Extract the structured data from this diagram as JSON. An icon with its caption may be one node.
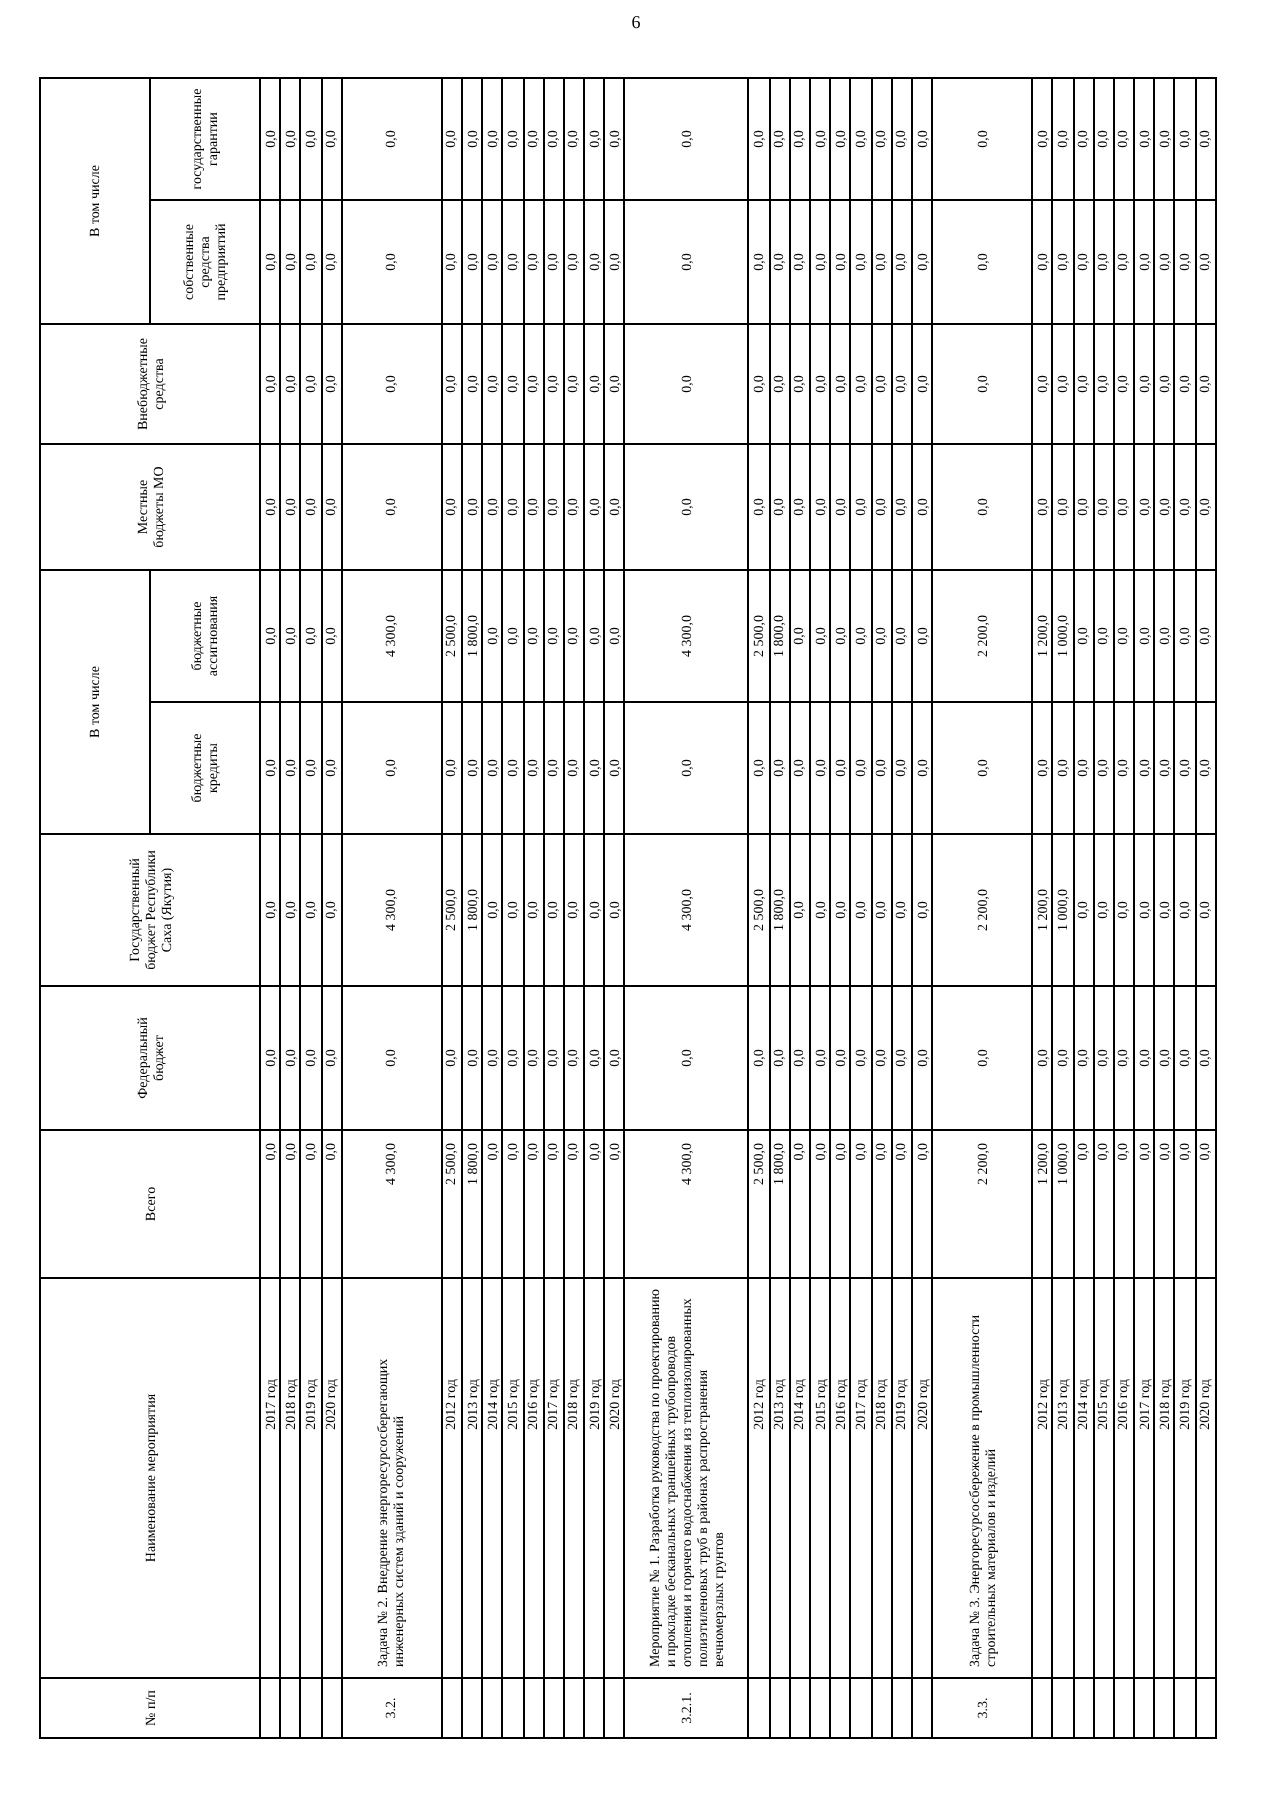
{
  "diagram": {
    "labels": [
      "6",
      "№ п/п",
      "Наименование мероприятия",
      "Всего",
      "Федеральный бюджет",
      "Государственный бюджет Республики Саха (Якутия)",
      "В том числе",
      "Местные бюджеты МО",
      "Внебюджетные средства",
      "В том числе",
      "бюджетные кредиты",
      "бюджетные ассигнования",
      "собственные средства предприятий",
      "государственные гарантии",
      "2017 год",
      "0,0",
      "0,0",
      "0,0",
      "0,0",
      "0,0",
      "0,0",
      "0,0",
      "0,0",
      "0,0",
      "2018 год",
      "0,0",
      "0,0",
      "0,0",
      "0,0",
      "0,0",
      "0,0",
      "0,0",
      "0,0",
      "0,0",
      "2019 год",
      "0,0",
      "0,0",
      "0,0",
      "0,0",
      "0,0",
      "0,0",
      "0,0",
      "0,0",
      "0,0",
      "2020 год",
      "0,0",
      "0,0",
      "0,0",
      "0,0",
      "0,0",
      "0,0",
      "0,0",
      "0,0",
      "0,0",
      "3.2.",
      "Задача № 2. Внедрение энергоресурсосберегающих инженерных систем зданий и сооружений",
      "4 300,0",
      "0,0",
      "4 300,0",
      "0,0",
      "4 300,0",
      "0,0",
      "0,0",
      "0,0",
      "0,0",
      "2012 год",
      "2 500,0",
      "0,0",
      "2 500,0",
      "0,0",
      "2 500,0",
      "0,0",
      "0,0",
      "0,0",
      "0,0",
      "2013 год",
      "1 800,0",
      "0,0",
      "1 800,0",
      "0,0",
      "1 800,0",
      "0,0",
      "0,0",
      "0,0",
      "0,0",
      "2014 год",
      "0,0",
      "0,0",
      "0,0",
      "0,0",
      "0,0",
      "0,0",
      "0,0",
      "0,0",
      "0,0",
      "2015 год",
      "0,0",
      "0,0",
      "0,0",
      "0,0",
      "0,0",
      "0,0",
      "0,0",
      "0,0",
      "0,0",
      "2016 год",
      "0,0",
      "0,0",
      "0,0",
      "0,0",
      "0,0",
      "0,0",
      "0,0",
      "0,0",
      "0,0",
      "2017 год",
      "0,0",
      "0,0",
      "0,0",
      "0,0",
      "0,0",
      "0,0",
      "0,0",
      "0,0",
      "0,0",
      "2018 год",
      "0,0",
      "0,0",
      "0,0",
      "0,0",
      "0,0",
      "0,0",
      "0,0",
      "0,0",
      "0,0",
      "2019 год",
      "0,0",
      "0,0",
      "0,0",
      "0,0",
      "0,0",
      "0,0",
      "0,0",
      "0,0",
      "0,0",
      "2020 год",
      "0,0",
      "0,0",
      "0,0",
      "0,0",
      "0,0",
      "0,0",
      "0,0",
      "0,0",
      "0,0",
      "3.2.1.",
      "Мероприятие № 1. Разработка руководства по проектированию и прокладке бесканальных траншейных трубопроводов отопления и горячего водоснабжения из теплоизолированных полиэтиленовых труб в районах распространения вечномерзлых грунтов",
      "4 300,0",
      "0,0",
      "4 300,0",
      "0,0",
      "4 300,0",
      "0,0",
      "0,0",
      "0,0",
      "0,0",
      "2012 год",
      "2 500,0",
      "0,0",
      "2 500,0",
      "0,0",
      "2 500,0",
      "0,0",
      "0,0",
      "0,0",
      "0,0",
      "2013 год",
      "1 800,0",
      "0,0",
      "1 800,0",
      "0,0",
      "1 800,0",
      "0,0",
      "0,0",
      "0,0",
      "0,0",
      "2014 год",
      "0,0",
      "0,0",
      "0,0",
      "0,0",
      "0,0",
      "0,0",
      "0,0",
      "0,0",
      "0,0",
      "2015 год",
      "0,0",
      "0,0",
      "0,0",
      "0,0",
      "0,0",
      "0,0",
      "0,0",
      "0,0",
      "0,0",
      "2016 год",
      "0,0",
      "0,0",
      "0,0",
      "0,0",
      "0,0",
      "0,0",
      "0,0",
      "0,0",
      "0,0",
      "2017 год",
      "0,0",
      "0,0",
      "0,0",
      "0,0",
      "0,0",
      "0,0",
      "0,0",
      "0,0",
      "0,0",
      "2018 год",
      "0,0",
      "0,0",
      "0,0",
      "0,0",
      "0,0",
      "0,0",
      "0,0",
      "0,0",
      "0,0",
      "2019 год",
      "0,0",
      "0,0",
      "0,0",
      "0,0",
      "0,0",
      "0,0",
      "0,0",
      "0,0",
      "0,0",
      "2020 год",
      "0,0",
      "0,0",
      "0,0",
      "0,0",
      "0,0",
      "0,0",
      "0,0",
      "0,0",
      "0,0",
      "3.3.",
      "Задача № 3. Энергоресурсосбережение в промышленности строительных материалов и изделий",
      "2 200,0",
      "0,0",
      "2 200,0",
      "0,0",
      "2 200,0",
      "0,0",
      "0,0",
      "0,0",
      "0,0",
      "2012 год",
      "1 200,0",
      "0,0",
      "1 200,0",
      "0,0",
      "1 200,0",
      "0,0",
      "0,0",
      "0,0",
      "0,0",
      "2013 год",
      "1 000,0",
      "0,0",
      "1 000,0",
      "0,0",
      "1 000,0",
      "0,0",
      "0,0",
      "0,0",
      "0,0",
      "2014 год",
      "0,0",
      "0,0",
      "0,0",
      "0,0",
      "0,0",
      "0,0",
      "0,0",
      "0,0",
      "0,0",
      "2015 год",
      "0,0",
      "0,0",
      "0,0",
      "0,0",
      "0,0",
      "0,0",
      "0,0",
      "0,0",
      "0,0",
      "2016 год",
      "0,0",
      "0,0",
      "0,0",
      "0,0",
      "0,0",
      "0,0",
      "0,0",
      "0,0",
      "0,0",
      "2017 год",
      "0,0",
      "0,0",
      "0,0",
      "0,0",
      "0,0",
      "0,0",
      "0,0",
      "0,0",
      "0,0",
      "2018 год",
      "0,0",
      "0,0",
      "0,0",
      "0,0",
      "0,0",
      "0,0",
      "0,0",
      "0,0",
      "0,0",
      "2019 год",
      "0,0",
      "0,0",
      "0,0",
      "0,0",
      "0,0",
      "0,0",
      "0,0",
      "0,0",
      "0,0",
      "2020 год",
      "0,0",
      "0,0",
      "0,0",
      "0,0",
      "0,0",
      "0,0",
      "0,0",
      "0,0",
      "0,0"
    ]
  }
}
